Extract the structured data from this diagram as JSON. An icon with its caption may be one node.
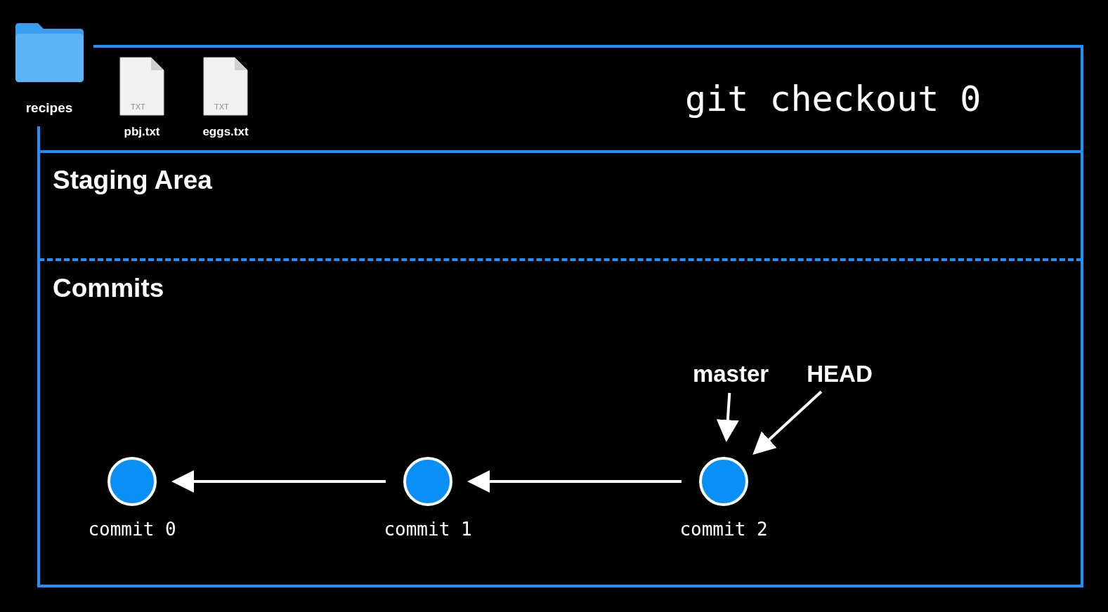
{
  "diagram": {
    "nodes": [
      {
        "text": [
          "recipes"
        ]
      },
      {
        "text": [
          "TXT",
          "pbj.txt"
        ]
      },
      {
        "text": [
          "TXT",
          "eggs.txt"
        ]
      },
      {
        "text": [
          "Staging Area"
        ]
      },
      {
        "text": [
          "Commits"
        ]
      },
      {
        "text": [],
        "shape": "circle",
        "beside": [
          "commit 0"
        ],
        "in": 4
      },
      {
        "text": [],
        "shape": "circle",
        "beside": [
          "commit 1"
        ],
        "in": 4
      },
      {
        "text": [],
        "shape": "circle",
        "beside": [
          "commit 2"
        ],
        "in": 4
      },
      {
        "text": [
          "master"
        ],
        "in": 4
      },
      {
        "text": [
          "HEAD"
        ],
        "in": 4
      }
    ],
    "edges": [
      {
        "from": 6,
        "to": 5,
        "arrow": "to"
      },
      {
        "from": 7,
        "to": 6,
        "arrow": "to"
      },
      {
        "from": 8,
        "to": 7,
        "arrow": "to"
      },
      {
        "from": 9,
        "to": 7,
        "arrow": "to"
      }
    ],
    "labels": [
      "git checkout 0"
    ]
  }
}
